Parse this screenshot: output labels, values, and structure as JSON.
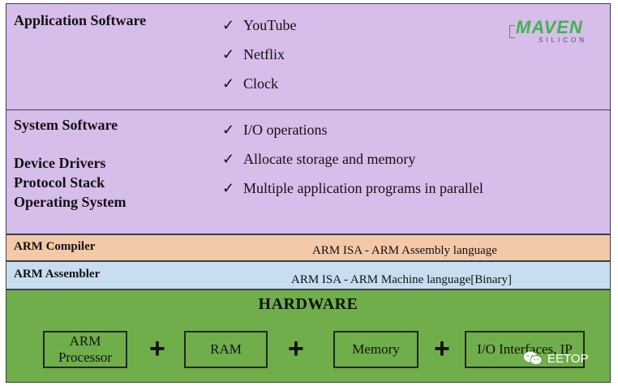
{
  "application": {
    "title": "Application Software",
    "items": [
      "YouTube",
      "Netflix",
      "Clock"
    ]
  },
  "system": {
    "titles": [
      "System Software",
      "Device Drivers",
      "Protocol Stack",
      "Operating System"
    ],
    "items": [
      "I/O operations",
      "Allocate storage and memory",
      "Multiple application programs in parallel"
    ]
  },
  "compiler": {
    "title": "ARM Compiler",
    "text": "ARM ISA - ARM Assembly language"
  },
  "assembler": {
    "title": "ARM Assembler",
    "text": "ARM ISA - ARM Machine language[Binary]"
  },
  "hardware": {
    "title": "HARDWARE",
    "components": [
      "ARM Processor",
      "RAM",
      "Memory",
      "I/O Interfaces, IP"
    ],
    "plus": "+"
  },
  "check_mark": "✓",
  "logo": {
    "main": "MAVEN",
    "sub": "SILICON"
  },
  "watermark": {
    "text": "EETOP"
  },
  "colors": {
    "application_bg": "#d7bde9",
    "system_bg": "#d7bde9",
    "compiler_bg": "#f4c9a8",
    "assembler_bg": "#c8def0",
    "hardware_bg": "#6fae4a",
    "logo_green": "#3fb34f"
  }
}
